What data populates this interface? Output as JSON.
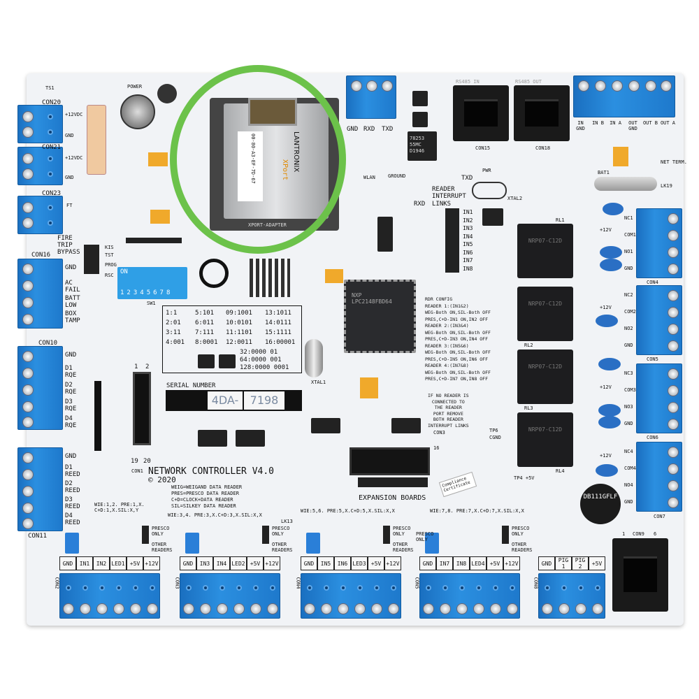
{
  "board": {
    "title": "NETWORK CONTROLLER V4.0",
    "copyright": "© 2020",
    "serial_label": "SERIAL NUMBER",
    "serial_prefix": "4DA-",
    "serial_number": "7198",
    "expansion": "EXPANSION BOARDS"
  },
  "xport": {
    "brand": "LANTRONIX",
    "model": "XPort",
    "mac": "00-80-A3-EF-7D-67",
    "adapter": "XPORT-ADAPTER"
  },
  "highlight_color": "#6cc24a",
  "address_table": {
    "col1": [
      "1:1",
      "2:01",
      "3:11",
      "4:001"
    ],
    "col2": [
      "5:101",
      "6:011",
      "7:111",
      "8:0001"
    ],
    "col3": [
      "09:1001",
      "10:0101",
      "11:1101",
      "12:0011"
    ],
    "col4": [
      "13:1011",
      "14:0111",
      "15:1111",
      "16:00001"
    ],
    "extra": [
      "32:0000 01",
      "64:0000 001",
      "128:0000 0001"
    ]
  },
  "dip_switch": {
    "on_label": "ON",
    "numbers": [
      "1",
      "2",
      "3",
      "4",
      "5",
      "6",
      "7",
      "8"
    ],
    "name": "SW1"
  },
  "reader_config": {
    "title": "RDR CONFIG",
    "lines": [
      "READER 1:(IN1&2)",
      "WEG-Both ON,SIL-Both OFF",
      "PRES,C+D-IN1 ON,IN2 OFF",
      "READER 2:(IN3&4)",
      "WEG-Both ON,SIL-Both OFF",
      "PRES,C+D-IN3 ON,IN4 OFF",
      "READER 3:(IN5&6)",
      "WEG-Both ON,SIL-Both OFF",
      "PRES,C+D-IN5 ON,IN6 OFF",
      "READER 4:(IN7&8)",
      "WEG-Both ON,SIL-Both OFF",
      "PRES,C+D-IN7 ON,IN8 OFF"
    ],
    "note": [
      "IF NO READER IS",
      "CONNECTED TO",
      "THE READER",
      "PORT REMOVE",
      "BOTH READER",
      "INTERRUPT LINKS"
    ]
  },
  "legend": [
    "WEIG=WEIGAND DATA READER",
    "PRES=PRESCO DATA READER",
    "C+D=CLOCK+DATA READER",
    "SIL=SILKEY DATA READER"
  ],
  "reader_codes": [
    "WIE:1,2. PRE:1,X. C+D:1,X.SIL:X,Y",
    "WIE:3,4. PRE:3,X.C+D:3,X.SIL:X,X",
    "WIE:5,6. PRE:5,X.C+D:5,X.SIL:X,X",
    "WIE:7,8. PRE:7,X.C+D:7,X.SIL:X,X"
  ],
  "jumper_labels": {
    "presco": "PRESCO ONLY",
    "other": "OTHER READERS",
    "lk13": "LK13"
  },
  "left_labels": {
    "con20": [
      "CON20",
      "+12VDC",
      "GND"
    ],
    "con21": [
      "CON21",
      "+12VDC",
      "GND"
    ],
    "con23": [
      "CON23",
      "FT"
    ],
    "fire": [
      "FIRE",
      "TRIP",
      "BYPASS"
    ],
    "con16": [
      "CON16",
      "GND",
      "AC FAIL",
      "BATT LOW",
      "BOX TAMP"
    ],
    "con10": [
      "CON10",
      "GND",
      "D1 RQE",
      "D2 RQE",
      "D3 RQE",
      "D4 RQE"
    ],
    "con11": [
      "CON11",
      "GND",
      "D1 REED",
      "D2 REED",
      "D3 REED",
      "D4 REED"
    ],
    "misc": [
      "TS1",
      "POWER",
      "KIS",
      "TST",
      "PROG",
      "RSC",
      "CON1",
      "1",
      "2",
      "19",
      "20"
    ]
  },
  "bottom_connectors": [
    {
      "name": "CON2",
      "pins": [
        "GND",
        "IN1",
        "IN2",
        "LED1",
        "+5V",
        "+12V"
      ]
    },
    {
      "name": "CON3",
      "pins": [
        "GND",
        "IN3",
        "IN4",
        "LED2",
        "+5V",
        "+12V"
      ]
    },
    {
      "name": "CON4",
      "pins": [
        "GND",
        "IN5",
        "IN6",
        "LED3",
        "+5V",
        "+12V"
      ]
    },
    {
      "name": "CON5",
      "pins": [
        "GND",
        "IN7",
        "IN8",
        "LED4",
        "+5V",
        "+12V"
      ]
    },
    {
      "name": "CON8",
      "pins": [
        "GND",
        "PIG 1",
        "PIG 2",
        "+5V"
      ]
    }
  ],
  "top": {
    "con22": [
      "GND",
      "RXD",
      "TXD"
    ],
    "rs485_in": "RS485 IN",
    "rs485_out": "RS485 OUT",
    "con15": "CON15",
    "con18": "CON18",
    "rs485_pins": [
      "IN GND",
      "IN B",
      "IN A",
      "OUT GND",
      "OUT B",
      "OUT A"
    ],
    "t1_chip": [
      "78253",
      "55MC",
      "D1946"
    ],
    "labels": [
      "GROUND",
      "WLAN",
      "TXD",
      "RXD",
      "PWR",
      "READER",
      "INTERRUPT",
      "LINKS",
      "XTAL2",
      "BAT1",
      "NET TERM.",
      "LK19"
    ],
    "links": [
      "IN1",
      "IN2",
      "IN3",
      "IN4",
      "IN5",
      "IN6",
      "IN7",
      "IN8"
    ]
  },
  "right_connectors": [
    {
      "name": "CON4",
      "pins": [
        "NC1",
        "COM1",
        "NO1",
        "GND"
      ]
    },
    {
      "name": "CON5",
      "pins": [
        "NC2",
        "COM2",
        "NO2",
        "GND"
      ]
    },
    {
      "name": "CON6",
      "pins": [
        "NC3",
        "COM3",
        "NO3",
        "GND"
      ]
    },
    {
      "name": "CON7",
      "pins": [
        "NC4",
        "COM4",
        "NO4",
        "GND"
      ]
    }
  ],
  "relays": [
    "RL1",
    "RL2",
    "RL3",
    "RL4"
  ],
  "relay_text": "NRP07-C12D",
  "plus12": "+12V",
  "cpu": {
    "brand": "NXP",
    "part": "LPC2148FBD64"
  },
  "buzzer": "DB111GFLF",
  "con9": [
    "1",
    "CON9",
    "6"
  ],
  "misc_labels": [
    "XTAL1",
    "SERIAL",
    "CGND",
    "TP6",
    "CON3",
    "16",
    "TP4 +5V"
  ],
  "sticker": "Compliance Certificate"
}
